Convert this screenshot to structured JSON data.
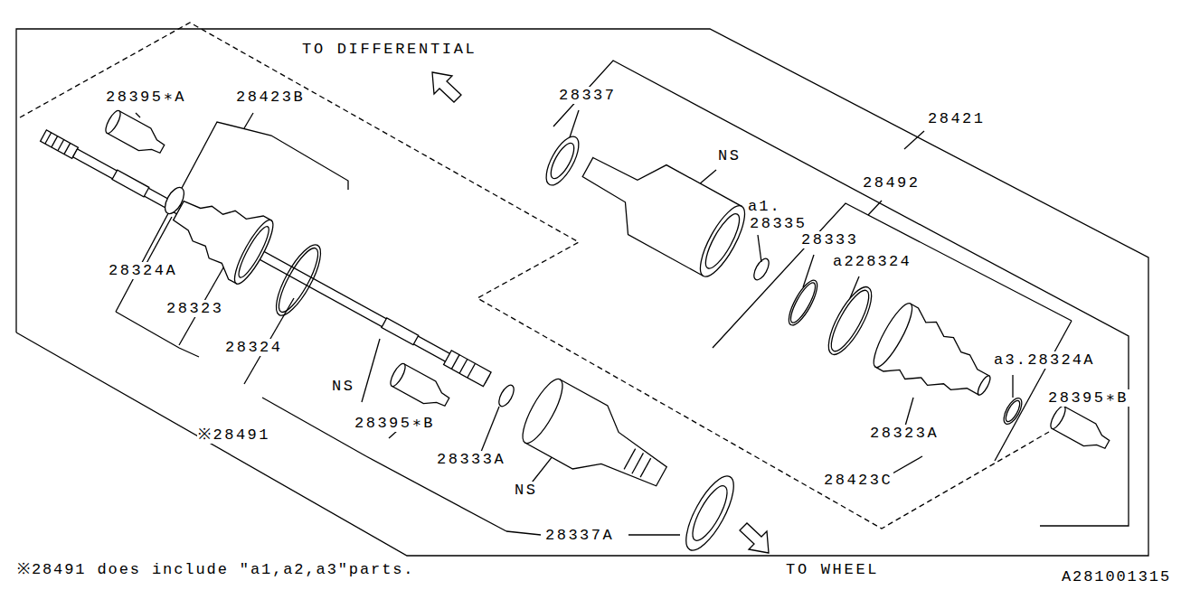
{
  "diagram": {
    "labels": [
      "TO DIFFERENTIAL",
      "28395∗A",
      "28423B",
      "28337",
      "28421",
      "NS",
      "28492",
      "a1.",
      "28335",
      "28333",
      "a228324",
      "28324A",
      "28323",
      "28324",
      "a3.28324A",
      "28395∗B",
      "NS",
      "28395∗B",
      "※28491",
      "28323A",
      "28333A",
      "NS",
      "28423C",
      "28337A",
      "TO WHEEL",
      "※28491 does include \"a1,a2,a3\"parts.",
      "A281001315"
    ]
  }
}
